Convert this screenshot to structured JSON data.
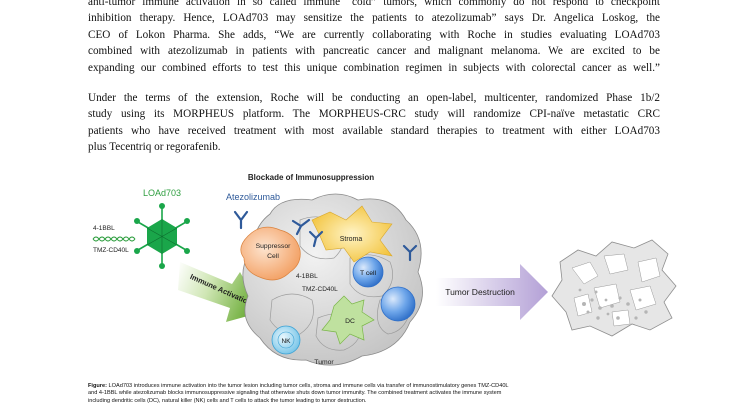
{
  "paragraph1": {
    "lines": [
      "anti-tumor immune activation in so called immune “cold” tumors, which commonly do not respond to checkpoint",
      "inhibition therapy. Hence, LOAd703 may sensitize the patients to atezolizumab” says Dr. Angelica Loskog, the",
      "CEO of Lokon Pharma.  She adds, “We are currently collaborating with Roche in studies evaluating LOAd703",
      "combined with atezolizumab in patients with pancreatic cancer and malignant melanoma. We are excited to be",
      "expanding our combined efforts to test this unique combination regimen in subjects with colorectal cancer as well.”"
    ]
  },
  "paragraph2": {
    "lines": [
      "Under the terms of the extension, Roche will be conducting an open-label, multicenter, randomized Phase 1b/2",
      "study using its MORPHEUS platform. The MORPHEUS-CRC study will randomize CPI-naïve metastatic CRC",
      "patients who have received treatment with most available standard therapies to treatment with either LOAd703",
      "plus Tecentriq or  regorafenib."
    ]
  },
  "figure": {
    "title": "Blockade of Immunosuppression",
    "virus_label": "LOAd703",
    "gene1": "4-1BBL",
    "gene2": "TMZ-CD40L",
    "antibody_label": "Atezolizumab",
    "arrow_label": "Immune Activation",
    "suppressor_line1": "Suppressor",
    "suppressor_line2": "Cell",
    "stroma_label": "Stroma",
    "tumor_gene1": "4-1BBL",
    "tumor_gene2": "TMZ-CD40L",
    "tcell_label": "T cell",
    "dc_label": "DC",
    "nk_label": "NK",
    "tumor_label": "Tumor",
    "destruction_label": "Tumor Destruction",
    "colors": {
      "virus": "#1aa64a",
      "virus_label": "#2e9e3f",
      "antibody": "#2f5a9a",
      "antibody_label": "#2f5a9a",
      "arrow_green": "#7ab648",
      "arrow_purple": "#b7a4d9",
      "suppressor": "#f4a66a",
      "stroma": "#f7c948",
      "tcell": "#4c8fe0",
      "nk": "#7cc6ea",
      "dc": "#b8dc9a",
      "tumor_grey": "#c8c8c8"
    }
  },
  "caption": {
    "bold": "Figure:",
    "line1": " LOAd703 introduces immune activation into the tumor lesion including tumor cells, stroma and immune cells via transfer of immunostimulatory genes TMZ-CD40L",
    "line2": "and 4-1BBL while atezolizumab blocks immunosuppressive signaling that otherwise shuts down tumor immunity. The combined treatment activates the immune system",
    "line3": "including dendritic cells (DC), natural killer (NK) cells and T cells to attack the tumor leading to tumor destruction."
  }
}
